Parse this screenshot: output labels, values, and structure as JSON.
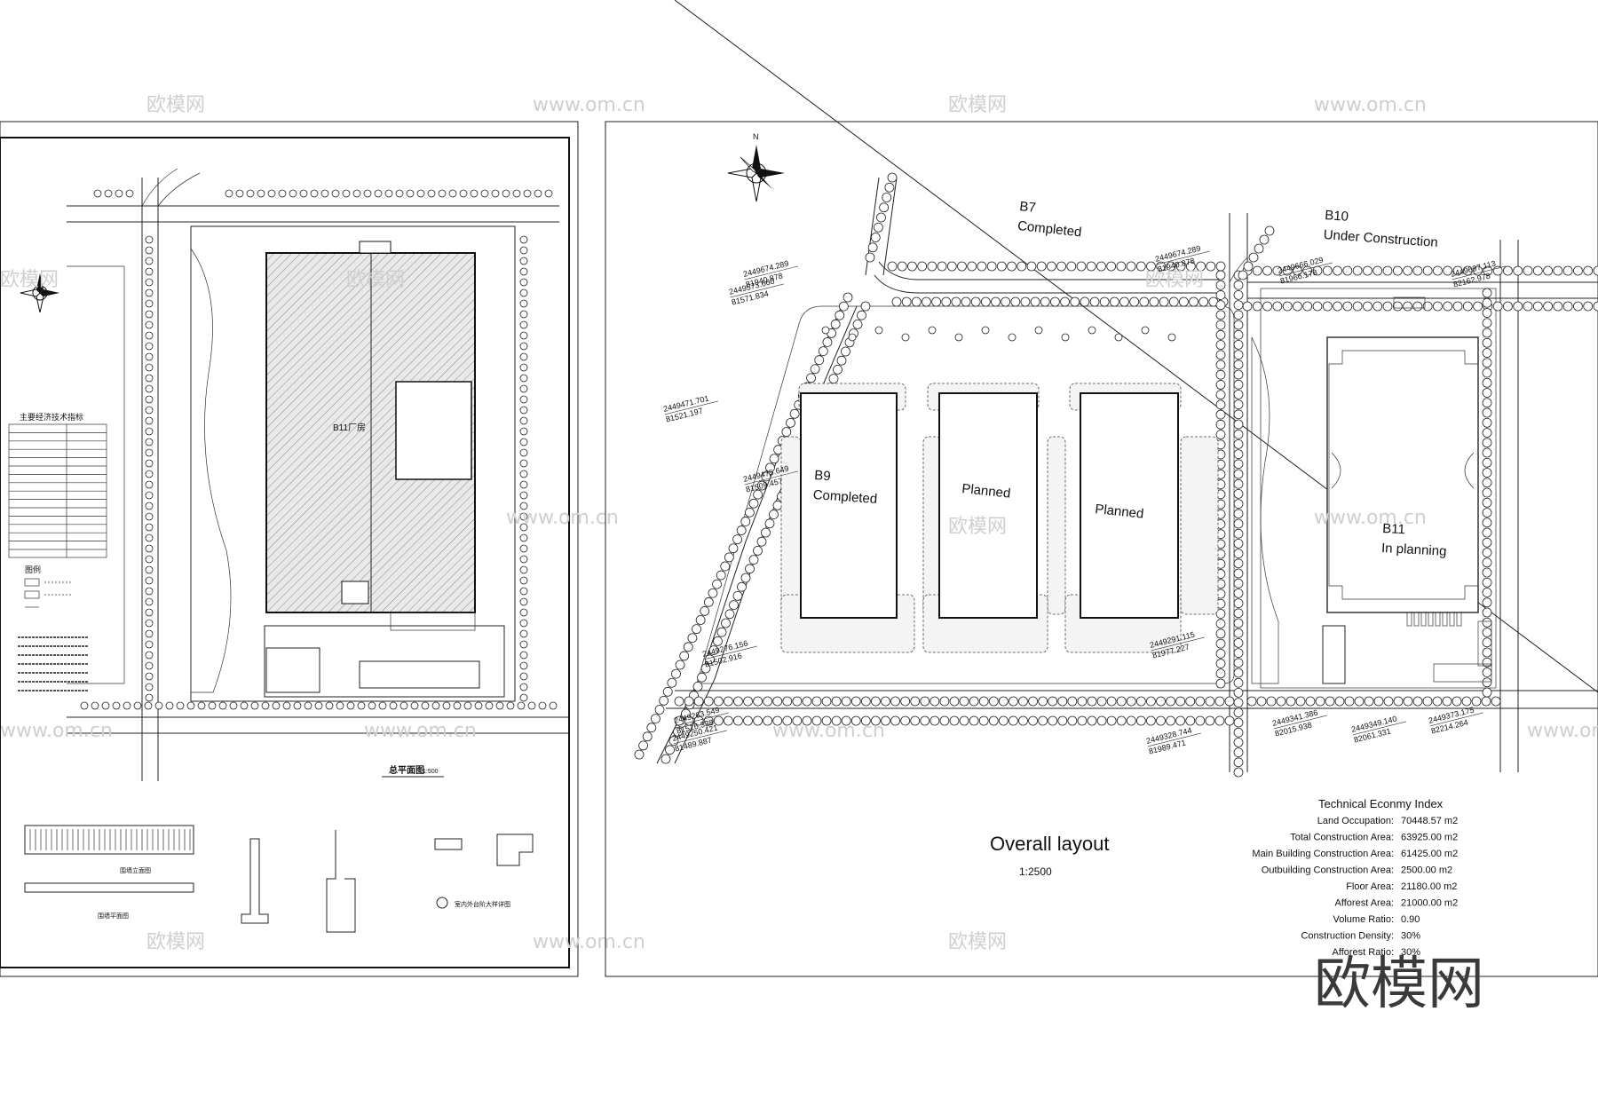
{
  "watermarks": {
    "logo": "欧模网",
    "url": "www.om.cn",
    "corner_logo": "欧模网"
  },
  "left_sheet": {
    "plan_title": "总平面图",
    "plan_scale": "1:500",
    "building_label": "B11厂房",
    "index_table_title": "主要经济技术指标",
    "legend_title": "图例",
    "detail_titles": [
      "围墙立面图",
      "围墙平面图",
      "室内外台阶大样详图"
    ]
  },
  "right_sheet": {
    "title": "Overall layout",
    "scale": "1:2500",
    "sites": [
      {
        "id": "B7",
        "status": "Completed"
      },
      {
        "id": "B10",
        "status": "Under Construction"
      },
      {
        "id": "B9",
        "status": "Completed"
      },
      {
        "id": "",
        "status": "Planned"
      },
      {
        "id": "",
        "status": "Planned"
      },
      {
        "id": "B11",
        "status": "In planning"
      }
    ],
    "coordinates": [
      [
        "2449674.289",
        "81940.878"
      ],
      [
        "2449674.289",
        "81940.878"
      ],
      [
        "2449666.029",
        "81966.178"
      ],
      [
        "2449697.113",
        "82162.978"
      ],
      [
        "2449573.660",
        "81571.834"
      ],
      [
        "2449471.701",
        "81521.197"
      ],
      [
        "2449475.649",
        "81509.457"
      ],
      [
        "2449276.156",
        "81502.916"
      ],
      [
        "2449263.549",
        "81516.338"
      ],
      [
        "2449250.421",
        "81489.887"
      ],
      [
        "2449291.115",
        "81977.227"
      ],
      [
        "2449328.744",
        "81989.471"
      ],
      [
        "2449341.386",
        "82015.938"
      ],
      [
        "2449349.140",
        "82061.331"
      ],
      [
        "2449373.175",
        "82214.264"
      ]
    ],
    "tech_index": {
      "title": "Technical Econmy Index",
      "rows": [
        {
          "label": "Land Occupation:",
          "value": "70448.57  m2"
        },
        {
          "label": "Total Construction Area:",
          "value": "63925.00  m2"
        },
        {
          "label": "Main Building Construction Area:",
          "value": "61425.00  m2"
        },
        {
          "label": "Outbuilding Construction Area:",
          "value": "2500.00  m2"
        },
        {
          "label": "Floor Area:",
          "value": "21180.00 m2"
        },
        {
          "label": "Afforest Area:",
          "value": "21000.00 m2"
        },
        {
          "label": "Volume Ratio:",
          "value": "0.90"
        },
        {
          "label": "Construction Density:",
          "value": "30%"
        },
        {
          "label": "Afforest Ratio:",
          "value": "30%"
        }
      ]
    }
  }
}
